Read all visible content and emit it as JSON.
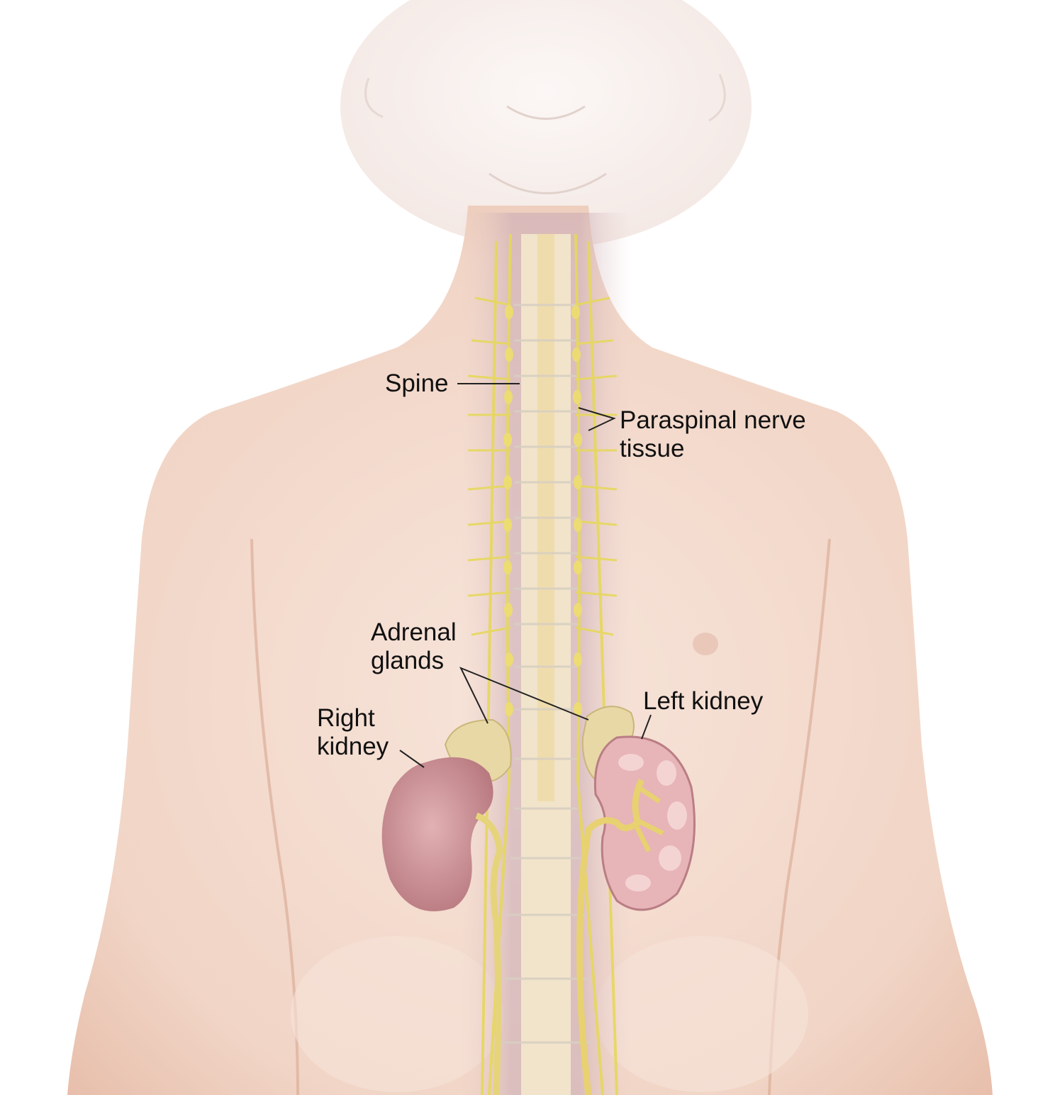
{
  "labels": {
    "spine": "Spine",
    "paraspinal_line1": "Paraspinal nerve",
    "paraspinal_line2": "tissue",
    "adrenal_line1": "Adrenal",
    "adrenal_line2": "glands",
    "right_kidney_line1": "Right",
    "right_kidney_line2": "kidney",
    "left_kidney": "Left kidney"
  },
  "colors": {
    "skin": "#f3d9cc",
    "skin_shadow": "#e2b9a6",
    "face": "#f7efec",
    "nerve": "#e8dc6a",
    "spine": "#f1e6c6",
    "kidney": "#c98f93",
    "adrenal": "#e5d49a",
    "label_text": "#111111"
  }
}
